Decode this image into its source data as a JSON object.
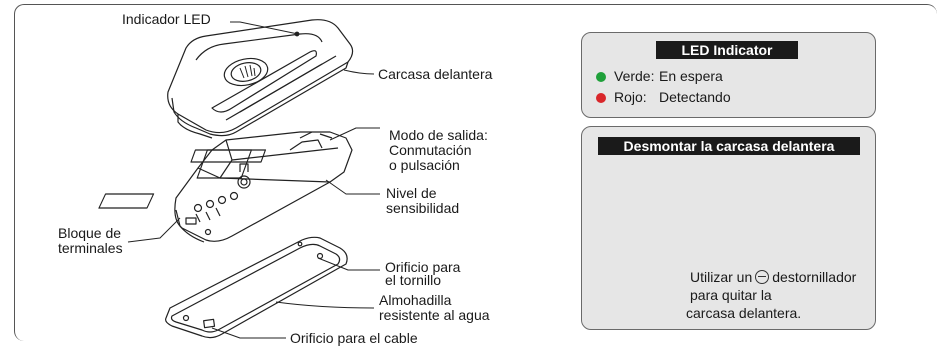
{
  "callouts": {
    "led_indicator": "Indicador LED",
    "front_cover": "Carcasa delantera",
    "output_mode": [
      "Modo de salida:",
      "Conmutación",
      "o pulsación"
    ],
    "sensitivity": [
      "Nivel de",
      "sensibilidad"
    ],
    "terminal_block": [
      "Bloque de",
      "terminales"
    ],
    "screw_hole": [
      "Orificio para",
      "el tornillo"
    ],
    "waterproof_pad": [
      "Almohadilla",
      "resistente al agua"
    ],
    "cable_hole": "Orificio para el cable"
  },
  "led_panel": {
    "title": "LED Indicator",
    "rows": [
      {
        "color_name": "Verde:",
        "state": "En espera",
        "dot_color": "#1fa03a"
      },
      {
        "color_name": "Rojo:",
        "state": "Detectando",
        "dot_color": "#d9262a"
      }
    ]
  },
  "remove_panel": {
    "title": "Desmontar la carcasa delantera",
    "instruction": [
      "Utilizar un",
      "destornillador",
      "para quitar la",
      "carcasa delantera."
    ]
  },
  "colors": {
    "panel_bg": "#e6e6e6",
    "title_bg": "#1a1a1a",
    "green": "#1fa03a",
    "red": "#d9262a"
  }
}
